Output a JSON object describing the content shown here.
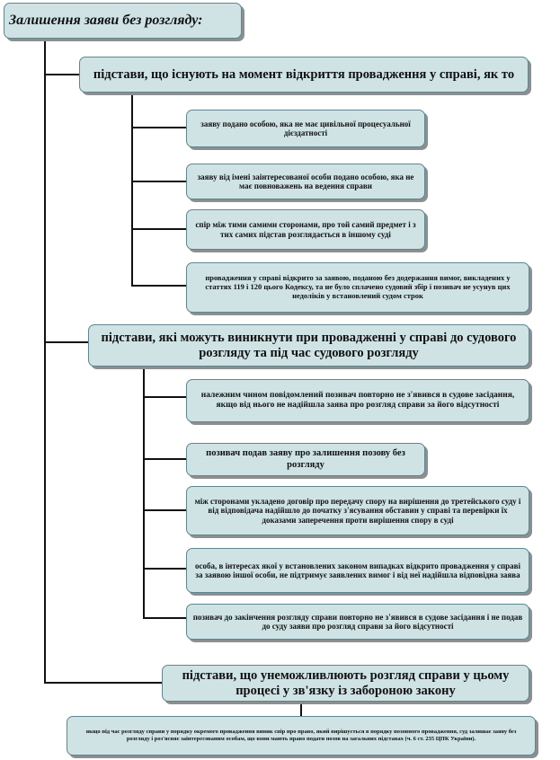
{
  "title": "Залишення заяви без розгляду:",
  "groups": [
    {
      "heading": "підстави, що існують на момент відкриття провадження у справі, як то",
      "items": [
        "заяву подано особою, яка не має цивільної процесуальної дієздатності",
        "заяву від імені заінтересованої особи подано особою, яка не має повноважень на ведення справи",
        "спір між тими самими сторонами, про той самий предмет і з тих самих підстав розглядається в іншому суді",
        "провадження у справі відкрито за заявою, поданою без додержання вимог, викладених у статтях 119 і 120 цього Кодексу, та не було сплачено судовий збір і позивач не усунув цих недоліків у встановлений судом строк"
      ]
    },
    {
      "heading": "підстави, які можуть виникнути при провадженні у справі до судового розгляду та під час судового розгляду",
      "items": [
        "належним чином повідомлений позивач повторно не з'явився в судове засідання, якщо від нього не надійшла заява про розгляд справи за його відсутності",
        "позивач подав заяву про залишення позову без розгляду",
        "між сторонами укладено договір про передачу спору на вирішення до третейського суду і від відповідача надійшло до початку з'ясування обставин у справі та перевірки їх доказами заперечення проти вирішення спору в суді",
        "особа, в інтересах якої у встановлених законом випадках відкрито провадження у справі за заявою іншої особи, не підтримує заявлених вимог і від неї надійшла відповідна заява",
        "позивач до закінчення розгляду справи повторно не з'явився в судове засідання і не подав до суду заяви про розгляд справи за його відсутності"
      ]
    },
    {
      "heading": "підстави, що унеможливлюють розгляд справи у цьому процесі у зв'язку із забороною закону",
      "note": "якщо під час розгляду справи у порядку окремого провадження виник спір про право, який вирішується в порядку позовного провадження, суд залишає заяву без розгляду і роз'ясняє заінтересованим особам, що вони мають право подати позов на загальних підставах (ч. 6 ст. 235 ЦПК України)."
    }
  ]
}
